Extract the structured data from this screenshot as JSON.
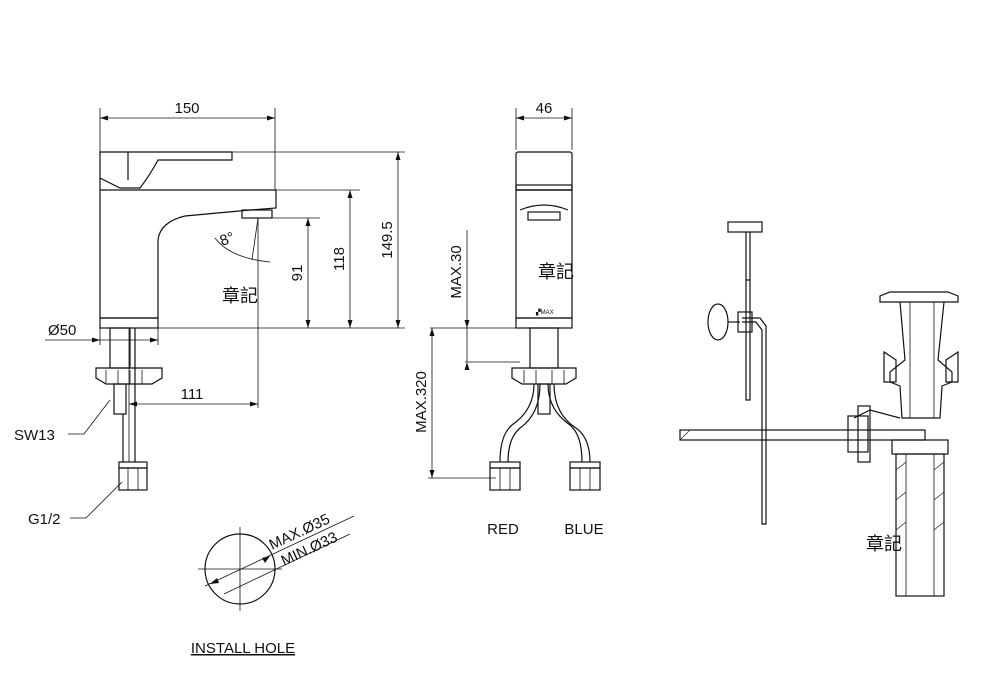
{
  "dimensions": {
    "side_width": "150",
    "front_width": "46",
    "total_height": "149.5",
    "spout_height": "118",
    "outlet_height": "91",
    "spout_angle": "8°",
    "base_diameter": "Ø50",
    "reach": "111",
    "deck_max": "MAX.30",
    "hose_max": "MAX.320",
    "hole_max": "MAX.Ø35",
    "hole_min": "MIN.Ø33"
  },
  "labels": {
    "wrench": "SW13",
    "thread": "G1/2",
    "hot": "RED",
    "cold": "BLUE",
    "install_hole": "INSTALL HOLE"
  },
  "stamps": [
    "章記",
    "章記",
    "章記"
  ]
}
